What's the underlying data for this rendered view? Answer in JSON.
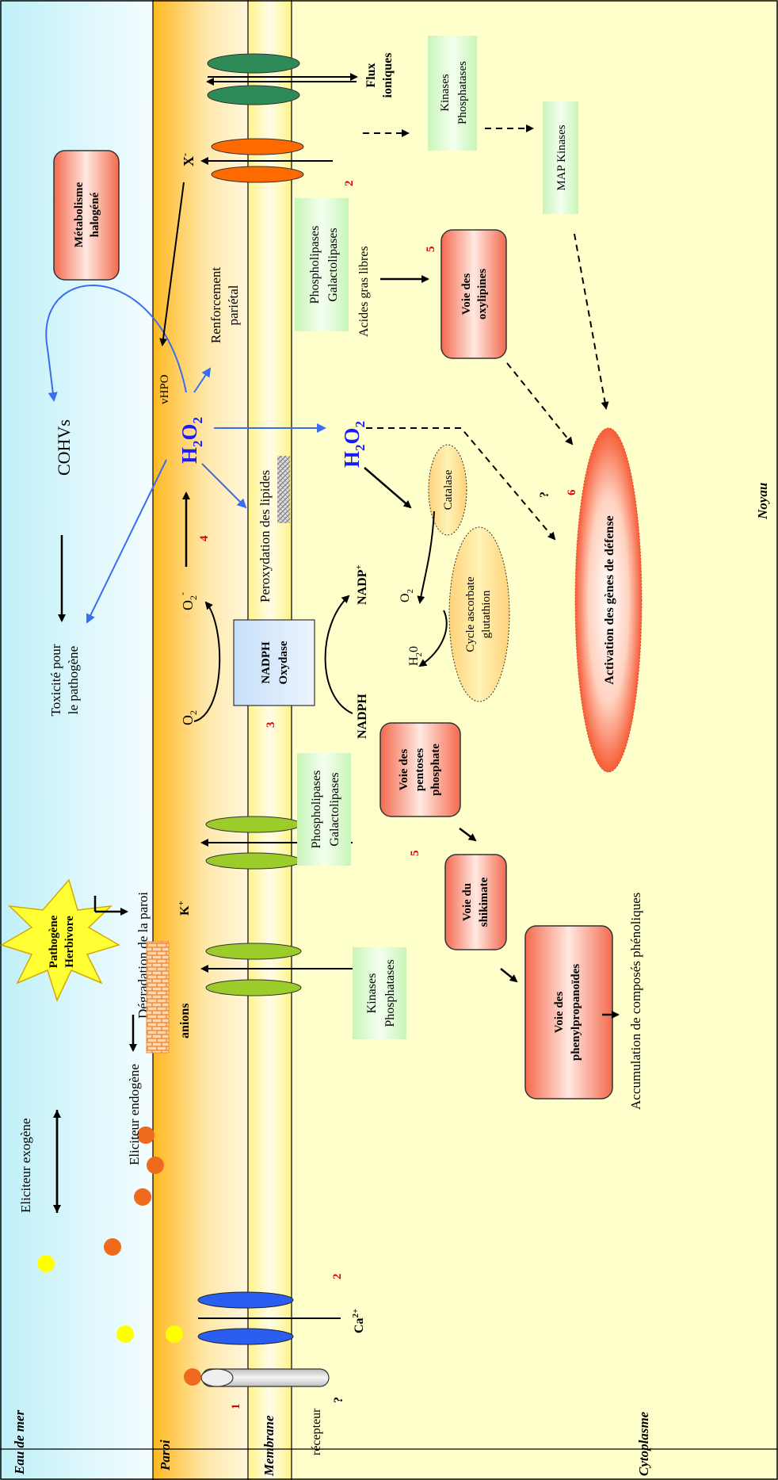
{
  "zones": {
    "seawater": "Eau de mer",
    "wall": "Paroi",
    "membrane": "Membrane",
    "cytoplasm": "Cytoplasme",
    "nucleus": "Noyau"
  },
  "labels": {
    "exogenous_elicitor": "Eliciteur exogène",
    "endogenous_elicitor": "Eliciteur endogène",
    "wall_degradation": "Dégradation de la paroi",
    "pathogen_line1": "Pathogène",
    "pathogen_line2": "Herbivore",
    "receptor": "récepteur",
    "q1": "?",
    "q2": "?",
    "ca": "Ca",
    "ca_sup": "2+",
    "anions": "anions",
    "k": "K",
    "k_sup": "+",
    "kinases_bottom_1": "Kinases",
    "kinases_bottom_2": "Phosphatases",
    "phospholipases_mid_1": "Phospholipases",
    "phospholipases_mid_2": "Galactolipases",
    "toxicity_1": "Toxicité pour",
    "toxicity_2": "le pathogène",
    "cohvs": "COHVs",
    "o2_left": "O",
    "o2_left_sub": "2",
    "o2_minus": "O",
    "o2_minus_sub": "2",
    "o2_minus_sup": "-",
    "nadph_oxydase_1": "NADPH",
    "nadph_oxydase_2": "Oxydase",
    "nadph": "NADPH",
    "nadp": "NADP",
    "nadp_sup": "+",
    "peroxydation": "Peroxydation des lipides",
    "h2o2_wall": "H",
    "h2o2_cyto": "H",
    "sub2": "2",
    "o_letter": "O",
    "vhpo": "vHPO",
    "renforcement_1": "Renforcement",
    "renforcement_2": "pariétal",
    "x_minus": "X",
    "x_sup": "-",
    "metabolisme_1": "Métabolisme",
    "metabolisme_2": "halogéné",
    "flux_1": "Flux",
    "flux_2": "ioniques",
    "kinases_top_1": "Kinases",
    "kinases_top_2": "Phosphatases",
    "map_kinases": "MAP Kinases",
    "phospholipases_top_1": "Phospholipases",
    "phospholipases_top_2": "Galactolipases",
    "acides_gras": "Acides gras libres",
    "oxylipines_1": "Voie des",
    "oxylipines_2": "oxylipines",
    "catalase": "Catalase",
    "cycle_1": "Cycle ascorbate",
    "cycle_2": "glutathion",
    "h2o": "H",
    "h2o_sub": "2",
    "h2o_o": "0",
    "o2_cyto": "O",
    "o2_cyto_sub": "2",
    "activation": "Activation des gènes de défense",
    "pentoses_1": "Voie des",
    "pentoses_2": "pentoses",
    "pentoses_3": "phosphate",
    "shikimate_1": "Voie du",
    "shikimate_2": "shikimate",
    "phenyl_1": "Voie des",
    "phenyl_2": "phenylpropanoïdes",
    "accumulation": "Accumulation de composés phénoliques"
  },
  "numbers": {
    "n1": "1",
    "n2a": "2",
    "n2b": "2",
    "n3": "3",
    "n4": "4",
    "n5a": "5",
    "n5b": "5",
    "n6": "6"
  },
  "colors": {
    "seawater": "#dff7fb",
    "wall": "#ffbf30",
    "membrane": "#fdfab0",
    "cytoplasm": "#ffffcc",
    "h2o2": "#1a1aff",
    "red_number": "#e00000",
    "blue_arrow": "#3a6cf0"
  }
}
